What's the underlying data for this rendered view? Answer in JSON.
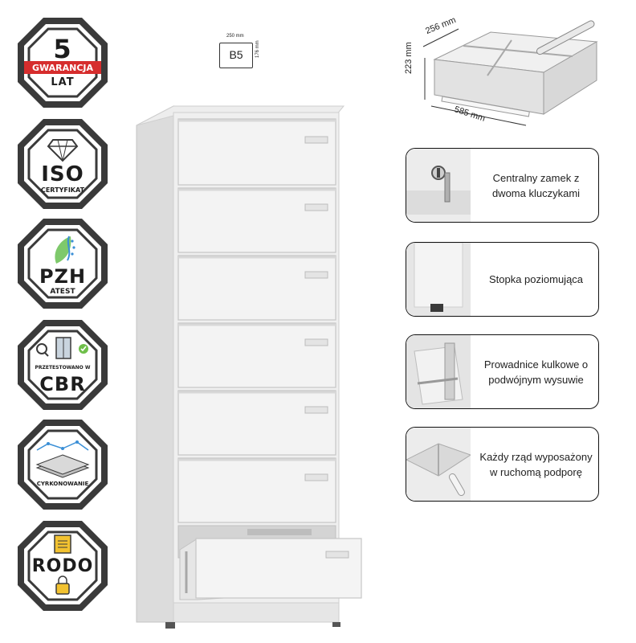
{
  "badges": [
    {
      "id": "gwarancja",
      "top_number": "5",
      "ribbon": "GWARANCJA",
      "sub": "LAT"
    },
    {
      "id": "iso",
      "main": "ISO",
      "sub": "CERTYFIKAT"
    },
    {
      "id": "pzh",
      "main": "PZH",
      "sub": "ATEST"
    },
    {
      "id": "cbr",
      "top": "PRZETESTOWANO W",
      "main": "CBR"
    },
    {
      "id": "cyrkonowanie",
      "sub": "CYRKONOWANIE"
    },
    {
      "id": "rodo",
      "main": "RODO"
    }
  ],
  "format_tag": {
    "width": "250 mm",
    "format": "B5",
    "height": "176 mm"
  },
  "drawer_dimensions": {
    "width": "256 mm",
    "height": "223 mm",
    "depth": "585 mm"
  },
  "features": [
    {
      "id": "lock",
      "text": "Centralny zamek z dwoma kluczykami"
    },
    {
      "id": "foot",
      "text": "Stopka poziomująca"
    },
    {
      "id": "rails",
      "text": "Prowadnice kulkowe o podwójnym wysuwie"
    },
    {
      "id": "support",
      "text": "Każdy rząd wyposażony w ruchomą podporę"
    }
  ],
  "colors": {
    "badge_ring": "#3a3a3a",
    "ribbon": "#d62d2d",
    "cabinet": "#e9e9e9",
    "card_border": "#111111"
  }
}
